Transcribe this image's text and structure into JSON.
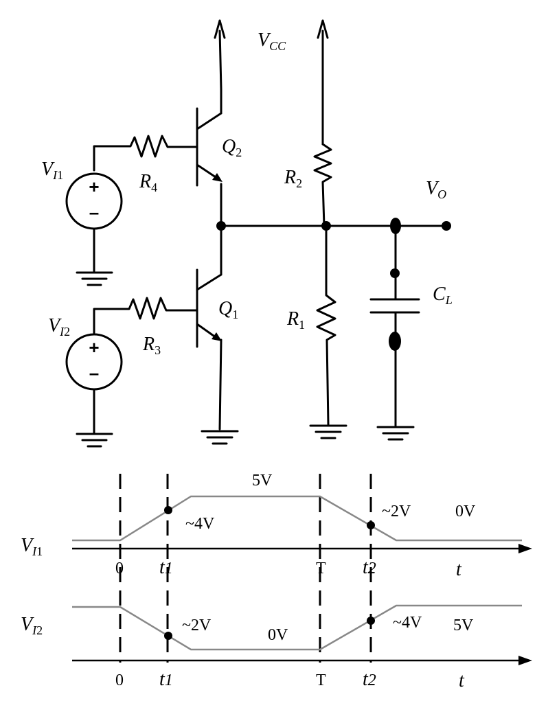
{
  "circuit": {
    "vcc": {
      "main": "V",
      "sub": "CC"
    },
    "q2": {
      "main": "Q",
      "sub": "2"
    },
    "q1": {
      "main": "Q",
      "sub": "1"
    },
    "r4": {
      "main": "R",
      "sub": "4"
    },
    "r3": {
      "main": "R",
      "sub": "3"
    },
    "r2": {
      "main": "R",
      "sub": "2"
    },
    "r1": {
      "main": "R",
      "sub": "1"
    },
    "cl": {
      "main": "C",
      "sub": "L"
    },
    "vo": {
      "main": "V",
      "sub": "O"
    },
    "vi1": {
      "main": "V",
      "sub_i": "I",
      "sub_n": "1"
    },
    "vi2": {
      "main": "V",
      "sub_i": "I",
      "sub_n": "2"
    },
    "plus": "+",
    "minus": "–"
  },
  "waveforms": {
    "top": {
      "signal": {
        "main": "V",
        "sub_i": "I",
        "sub_n": "1"
      },
      "ticks": {
        "zero": "0",
        "t1_main": "t",
        "t1_n": "1",
        "T": "T",
        "t2_main": "t",
        "t2_n": "2",
        "t": "t"
      },
      "annotations": {
        "high": "5V",
        "at_t1": "~4V",
        "at_t2": "~2V",
        "low": "0V"
      }
    },
    "bottom": {
      "signal": {
        "main": "V",
        "sub_i": "I",
        "sub_n": "2"
      },
      "ticks": {
        "zero": "0",
        "t1_main": "t",
        "t1_n": "1",
        "T": "T",
        "t2_main": "t",
        "t2_n": "2",
        "t": "t"
      },
      "annotations": {
        "at_t1": "~2V",
        "low": "0V",
        "at_t2": "~4V",
        "high": "5V"
      }
    }
  }
}
